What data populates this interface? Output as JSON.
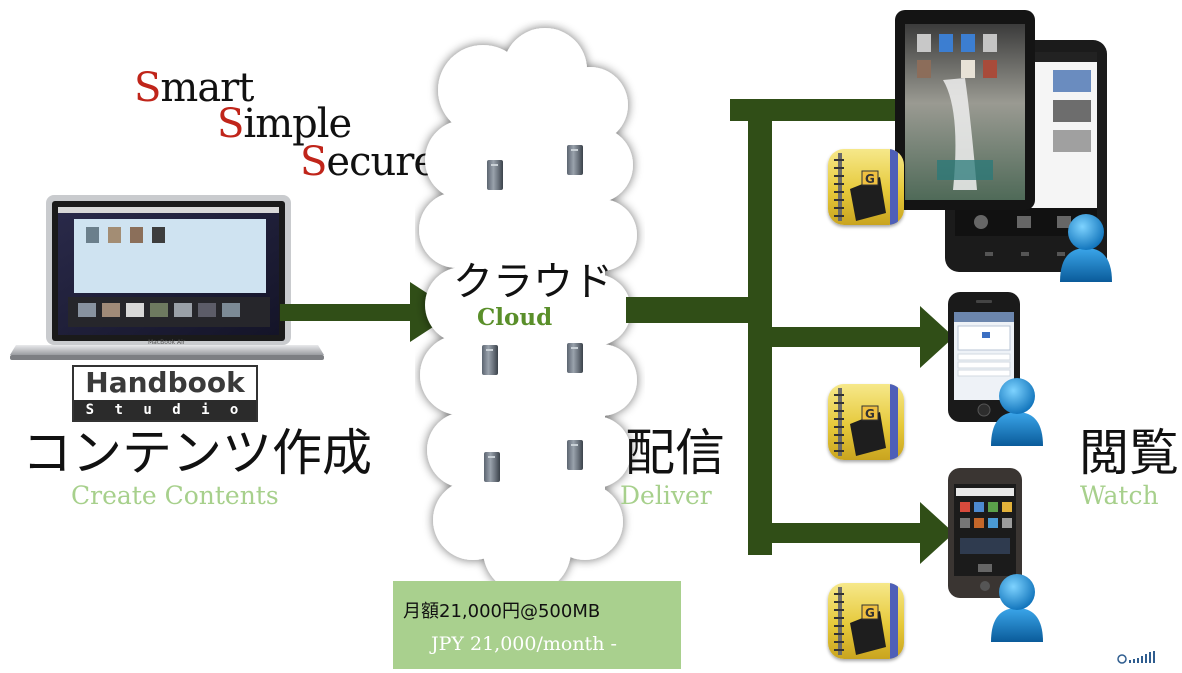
{
  "tagline": [
    {
      "first": "S",
      "rest": "mart"
    },
    {
      "first": "S",
      "rest": "imple"
    },
    {
      "first": "S",
      "rest": "ecure"
    }
  ],
  "laptop": {
    "brand_text": "MacBook Air"
  },
  "logo": {
    "word": "Handbook",
    "sub": "S t u d i o"
  },
  "create": {
    "jp": "コンテンツ作成",
    "en": "Create Contents"
  },
  "cloud": {
    "jp": "クラウド",
    "en": "Cloud"
  },
  "deliver": {
    "jp": "配信",
    "en": "Deliver"
  },
  "watch": {
    "jp": "閲覧",
    "en": "Watch"
  },
  "price": {
    "jp": "月額21,000円@500MB",
    "en": "JPY 21,000/month -"
  },
  "colors": {
    "accent_red": "#c0251a",
    "arrow_green": "#304e17",
    "label_green": "#a7d08c",
    "cloud_green": "#5a8f2a",
    "price_bg": "#a9d08e"
  },
  "icons": [
    "laptop-icon",
    "cloud-icon",
    "server-icon",
    "tablet-icon",
    "smartphone-icon",
    "app-icon",
    "user-icon"
  ]
}
